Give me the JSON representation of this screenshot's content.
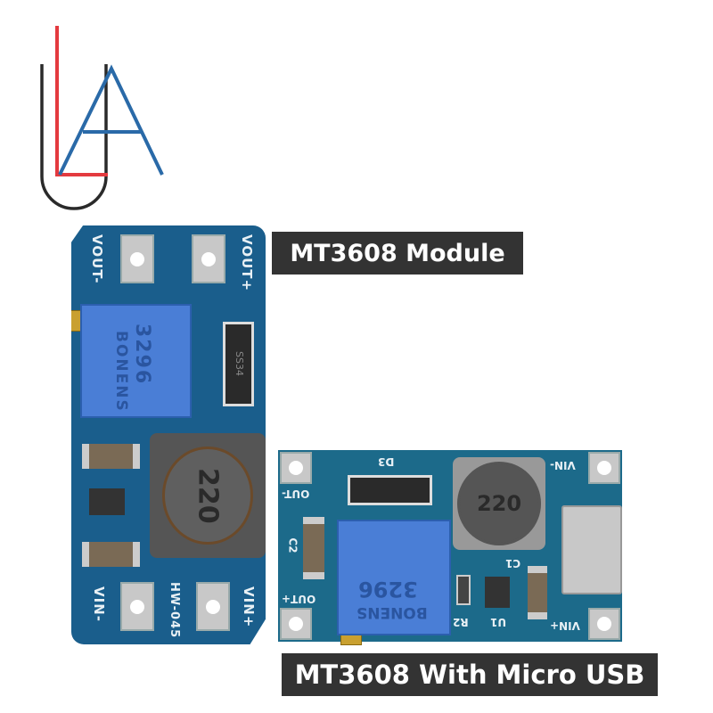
{
  "logo": {
    "letters": "ULA",
    "colors": {
      "red": "#e43a3f",
      "blue": "#2a6aa8",
      "black": "#2a2a2a"
    }
  },
  "labels": {
    "module": "MT3608 Module",
    "micro_usb": "MT3608 With Micro USB"
  },
  "board1": {
    "pins": {
      "vout_minus": "VOUT-",
      "vout_plus": "VOUT+",
      "vin_minus": "VIN-",
      "vin_plus": "VIN+"
    },
    "model": "HW-045",
    "potentiometer": {
      "brand": "BONENS",
      "model": "3296"
    },
    "diode": "SS34",
    "inductor": "220",
    "color": "#1a5e8c"
  },
  "board2": {
    "pins": {
      "out_minus": "OUT-",
      "out_plus": "OUT+",
      "vin_minus": "VIN-",
      "vin_plus": "VIN+"
    },
    "refs": {
      "diode": "D3",
      "cap1": "C1",
      "cap2": "C2",
      "resistor": "R2",
      "ic": "U1"
    },
    "potentiometer": {
      "brand": "BONENS",
      "model": "3296"
    },
    "inductor": "220",
    "color": "#1c6a8a"
  }
}
